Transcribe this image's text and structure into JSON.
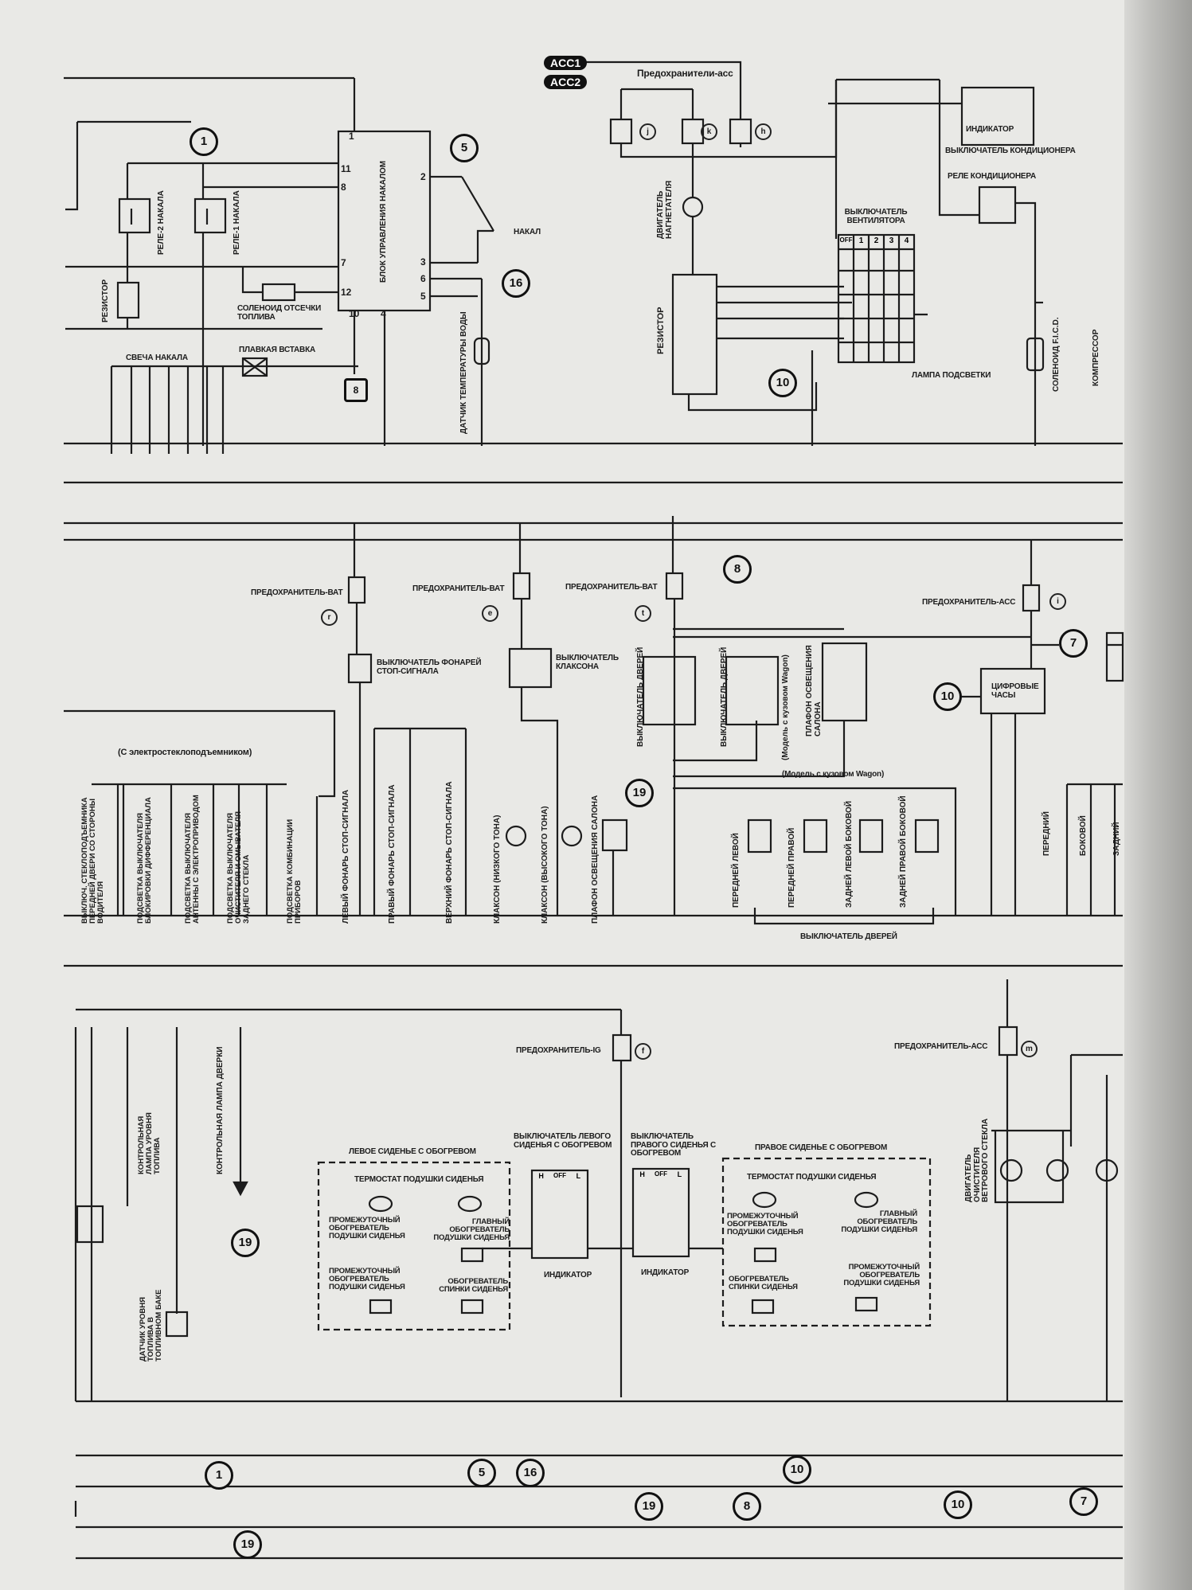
{
  "top": {
    "acc1": "ACC1",
    "acc2": "ACC2",
    "acc_fuses": "Предохранители-асс",
    "fuse_j": "j",
    "fuse_k": "k",
    "fuse_h": "h",
    "blower_motor": "ДВИГАТЕЛЬ НАГНЕТАТЕЛЯ",
    "resistor_blower": "РЕЗИСТОР",
    "fan_switch": "ВЫКЛЮЧАТЕЛЬ ВЕНТИЛЯТОРА",
    "fan_positions": [
      "OFF",
      "1",
      "2",
      "3",
      "4"
    ],
    "backlight_lamp": "ЛАМПА ПОДСВЕТКИ",
    "indicator": "ИНДИКАТОР",
    "ac_switch": "ВЫКЛЮЧАТЕЛЬ КОНДИЦИОНЕРА",
    "ac_relay": "РЕЛЕ КОНДИЦИОНЕРА",
    "ficd_solenoid": "СОЛЕНОИД F.I.C.D.",
    "compressor": "КОМПРЕССОР",
    "relay2": "РЕЛЕ-2 НАКАЛА",
    "relay1": "РЕЛЕ-1 НАКАЛА",
    "glow_unit": "БЛОК УПРАВЛЕНИЯ НАКАЛОМ",
    "glow": "НАКАЛ",
    "resistor": "РЕЗИСТОР",
    "fuel_solenoid": "СОЛЕНОИД ОТСЕЧКИ ТОПЛИВА",
    "glow_plug": "СВЕЧА НАКАЛА",
    "fusible_link": "ПЛАВКАЯ ВСТАВКА",
    "water_temp_sensor": "ДАТЧИК ТЕМПЕРАТУРЫ ВОДЫ",
    "pins_left": [
      "1",
      "11",
      "8",
      "7",
      "12",
      "10",
      "4"
    ],
    "pins_right": [
      "2",
      "3",
      "6",
      "5"
    ],
    "ground_mark": "8"
  },
  "middle": {
    "fuse_bat_r": "ПРЕДОХРАНИТЕЛЬ-ВАТ",
    "fuse_bat_e": "ПРЕДОХРАНИТЕЛЬ-ВАТ",
    "fuse_bat_t": "ПРЕДОХРАНИТЕЛЬ-ВАТ",
    "fuse_acc_i": "ПРЕДОХРАНИТЕЛЬ-АСС",
    "fuse_r": "r",
    "fuse_e": "e",
    "fuse_t": "t",
    "fuse_i": "i",
    "stop_switch": "ВЫКЛЮЧАТЕЛЬ ФОНАРЕЙ СТОП-СИГНАЛА",
    "horn_switch": "ВЫКЛЮЧАТЕЛЬ КЛАКСОНА",
    "door_switch_1": "ВЫКЛЮЧАТЕЛЬ ДВЕРЕЙ",
    "door_switch_2": "ВЫКЛЮЧАТЕЛЬ ДВЕРЕЙ",
    "wagon_note": "(Модель с кузовом Wagon)",
    "interior_lamp_wagon": "ПЛАФОН ОСВЕЩЕНИЯ САЛОНА",
    "digital_clock": "ЦИФРОВЫЕ ЧАСЫ",
    "window_note": "(С электростеклоподъемником)",
    "wagon_note2": "(Модель с кузовом Wagon)",
    "bottom_labels": [
      "ВЫКЛЮЧ. СТЕКЛОПОДЪЕМНИКА ПЕРЕДНЕЙ ДВЕРИ СО СТОРОНЫ ВОДИТЕЛЯ",
      "ПОДСВЕТКА ВЫКЛЮЧАТЕЛЯ БЛОКИРОВКИ ДИФФЕРЕНЦИАЛА",
      "ПОДСВЕТКА ВЫКЛЮЧАТЕЛЯ АНТЕННЫ С ЭЛЕКТРОПРИВОДОМ",
      "ПОДСВЕТКА ВЫКЛЮЧАТЕЛЯ ОЧИСТИТЕЛЯ И ОМЫВАТЕЛЯ ЗАДНЕГО СТЕКЛА",
      "ПОДСВЕТКА КОМБИНАЦИИ ПРИБОРОВ",
      "ЛЕВЫЙ ФОНАРЬ СТОП-СИГНАЛА",
      "ПРАВЫЙ ФОНАРЬ СТОП-СИГНАЛА",
      "ВЕРХНИЙ ФОНАРЬ СТОП-СИГНАЛА",
      "КЛАКСОН (НИЗКОГО ТОНА)",
      "КЛАКСОН (ВЫСОКОГО ТОНА)",
      "ПЛАФОН ОСВЕЩЕНИЯ САЛОНА"
    ],
    "door_labels": [
      "ПЕРЕДНЕЙ ЛЕВОЙ",
      "ПЕРЕДНЕЙ ПРАВОЙ",
      "ЗАДНЕЙ ЛЕВОЙ БОКОВОЙ",
      "ЗАДНЕЙ ПРАВОЙ БОКОВОЙ"
    ],
    "door_group": "ВЫКЛЮЧАТЕЛЬ ДВЕРЕЙ",
    "right_labels": [
      "ПЕРЕДНИЙ",
      "БОКОВОЙ",
      "ЗАДНИЙ"
    ]
  },
  "bottom": {
    "fuse_ig": "ПРЕДОХРАНИТЕЛЬ-IG",
    "fuse_f": "f",
    "fuse_acc_m": "ПРЕДОХРАНИТЕЛЬ-АСС",
    "fuse_m": "m",
    "fuel_lamp": "КОНТРОЛЬНАЯ ЛАМПА УРОВНЯ ТОПЛИВА",
    "door_lamp": "КОНТРОЛЬНАЯ ЛАМПА ДВЕРКИ",
    "fuel_sensor": "ДАТЧИК УРОВНЯ ТОПЛИВА В ТОПЛИВНОМ БАКЕ",
    "left_seat": "ЛЕВОЕ СИДЕНЬЕ С ОБОГРЕВОМ",
    "right_seat": "ПРАВОЕ СИДЕНЬЕ С ОБОГРЕВОМ",
    "thermostat_l": "ТЕРМОСТАТ ПОДУШКИ СИДЕНЬЯ",
    "thermostat_r": "ТЕРМОСТАТ ПОДУШКИ СИДЕНЬЯ",
    "inter_heater": "ПРОМЕЖУТОЧНЫЙ ОБОГРЕВАТЕЛЬ ПОДУШКИ СИДЕНЬЯ",
    "main_heater": "ГЛАВНЫЙ ОБОГРЕВАТЕЛЬ ПОДУШКИ СИДЕНЬЯ",
    "back_heater": "ОБОГРЕВАТЕЛЬ СПИНКИ СИДЕНЬЯ",
    "left_seat_switch": "ВЫКЛЮЧАТЕЛЬ ЛЕВОГО СИДЕНЬЯ С ОБОГРЕВОМ",
    "right_seat_switch": "ВЫКЛЮЧАТЕЛЬ ПРАВОГО СИДЕНЬЯ С ОБОГРЕВОМ",
    "switch_pos": [
      "H",
      "OFF",
      "L"
    ],
    "indicator_l": "ИНДИКАТОР",
    "indicator_r": "ИНДИКАТОР",
    "wiper_motor": "ДВИГАТЕЛЬ ОЧИСТИТЕЛЯ ВЕТРОВОГО СТЕКЛА"
  },
  "connectors": {
    "c1": "1",
    "c5": "5",
    "c16": "16",
    "c10": "10",
    "c8": "8",
    "c7": "7",
    "c19": "19"
  },
  "footer": [
    "1",
    "5",
    "16",
    "10",
    "19",
    "8",
    "10",
    "7",
    "19"
  ]
}
